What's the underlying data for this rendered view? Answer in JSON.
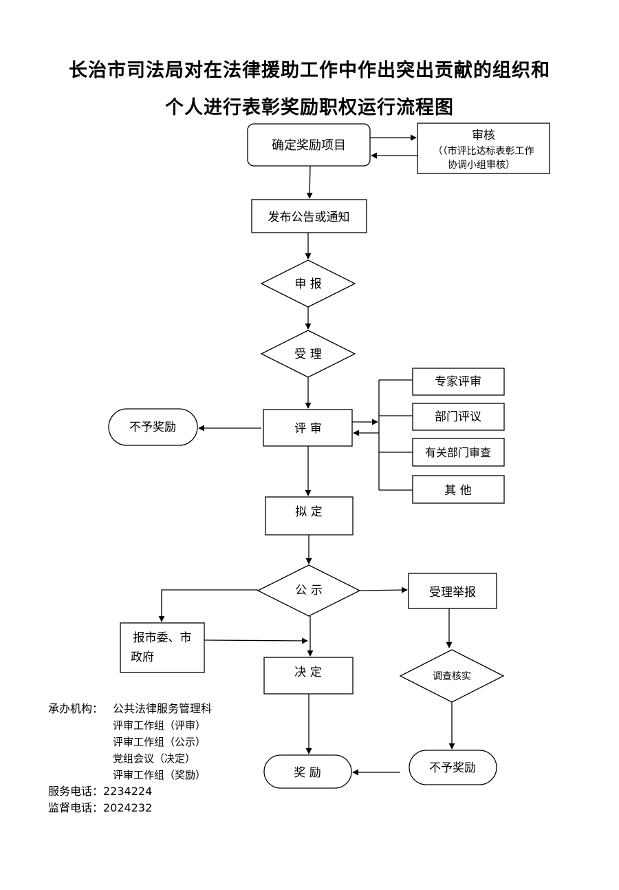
{
  "title": {
    "line1": "长治市司法局对在法律援助工作中作出突出贡献的组织和",
    "line2": "个人进行表彰奖励职权运行流程图"
  },
  "nodes": {
    "confirm": "确定奖励项目",
    "review_title": "审核",
    "review_sub1": "（（市评比达标表彰工作",
    "review_sub2": "协调小组审核）",
    "publish": "发布公告或通知",
    "apply": "申 报",
    "accept": "受 理",
    "evaluate": "评 审",
    "no_reward_left": "不予奖励",
    "expert": "专家评审",
    "dept": "部门评议",
    "related": "有关部门审查",
    "other": "其 他",
    "draft": "拟 定",
    "publicity": "公 示",
    "report1": "报市委、市",
    "report2": "政府",
    "report_accept": "受理举报",
    "decide": "决 定",
    "investigate": "调查核实",
    "reward": "奖 励",
    "no_reward_right": "不予奖励"
  },
  "footer": {
    "org_label": "承办机构：",
    "org_lines": [
      "公共法律服务管理科",
      "评审工作组（评审）",
      "评审工作组（公示）",
      "党组会议（决定）",
      "评审工作组（奖励）"
    ],
    "service_phone": "服务电话：2234224",
    "supervise_phone": "监督电话：2024232"
  }
}
